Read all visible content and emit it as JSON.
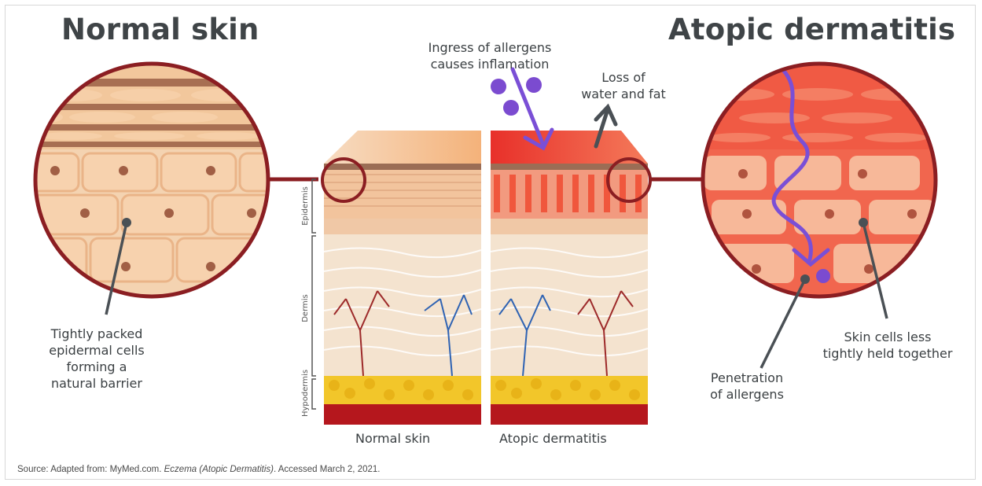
{
  "titles": {
    "left": "Normal skin",
    "right": "Atopic dermatitis"
  },
  "annotations": {
    "ingress": "Ingress of allergens\ncauses inflamation",
    "loss": "Loss of\nwater and fat",
    "tightly_packed": "Tightly packed\nepidermal cells\nforming a\nnatural barrier",
    "penetration": "Penetration\nof allergens",
    "less_held": "Skin cells less\ntightly held together"
  },
  "layer_labels": {
    "epidermis": "Epidermis",
    "dermis": "Dermis",
    "hypodermis": "Hypodermis"
  },
  "panel_captions": {
    "left": "Normal skin",
    "right": "Atopic dermatitis"
  },
  "source": {
    "prefix": "Source: Adapted from: MyMed.com. ",
    "title": "Eczema (Atopic Dermatitis)",
    "suffix": ". Accessed March 2, 2021."
  },
  "colors": {
    "outline": "#8b1e22",
    "normal_tissue": "#f2c7a0",
    "inflamed_tissue": "#ef5a45",
    "allergen": "#7b4bd0",
    "fat": "#f2c62a",
    "text": "#3a3f42"
  }
}
